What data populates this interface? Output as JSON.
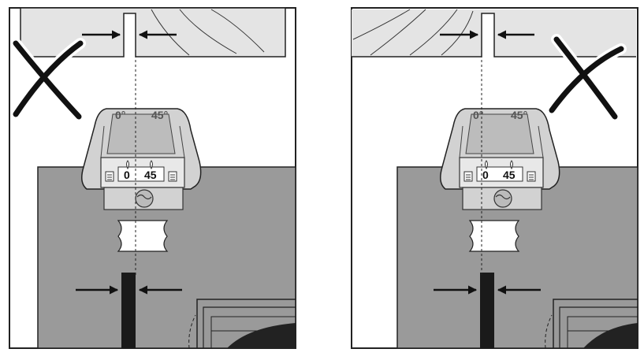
{
  "panels": [
    {
      "id": "left",
      "verdict": "incorrect",
      "mark_icon": "cross-icon",
      "top_scale_left": "0°",
      "top_scale_right": "45°",
      "indicator_0": "0",
      "indicator_45": "45"
    },
    {
      "id": "right",
      "verdict": "incorrect",
      "mark_icon": "cross-icon",
      "top_scale_left": "0°",
      "top_scale_right": "45°",
      "indicator_0": "0",
      "indicator_45": "45"
    }
  ],
  "colors": {
    "workpiece": "#9a9a9a",
    "wood": "#e4e4e4",
    "blade": "#1a1a1a",
    "guide": "#d2d2d2",
    "outline": "#222222"
  }
}
